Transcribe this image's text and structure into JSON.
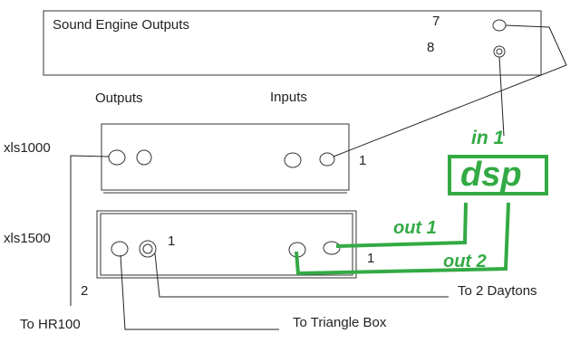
{
  "labels": {
    "sound_engine": "Sound Engine Outputs",
    "num_7": "7",
    "num_8": "8",
    "outputs": "Outputs",
    "inputs": "Inputs",
    "xls1000": "xls1000",
    "xls1500": "xls1500",
    "xls1000_in_1": "1",
    "xls1500_out_1": "1",
    "xls1500_in_1": "1",
    "num_2": "2",
    "to_hr100": "To HR100",
    "to_triangle": "To Triangle Box",
    "to_daytons": "To 2 Daytons"
  },
  "dsp": {
    "label": "dsp",
    "in_label": "in 1",
    "out1_label": "out 1",
    "out2_label": "out 2"
  },
  "colors": {
    "line": "#222222",
    "box_border": "#333333",
    "dsp_green": "#33aa44"
  }
}
